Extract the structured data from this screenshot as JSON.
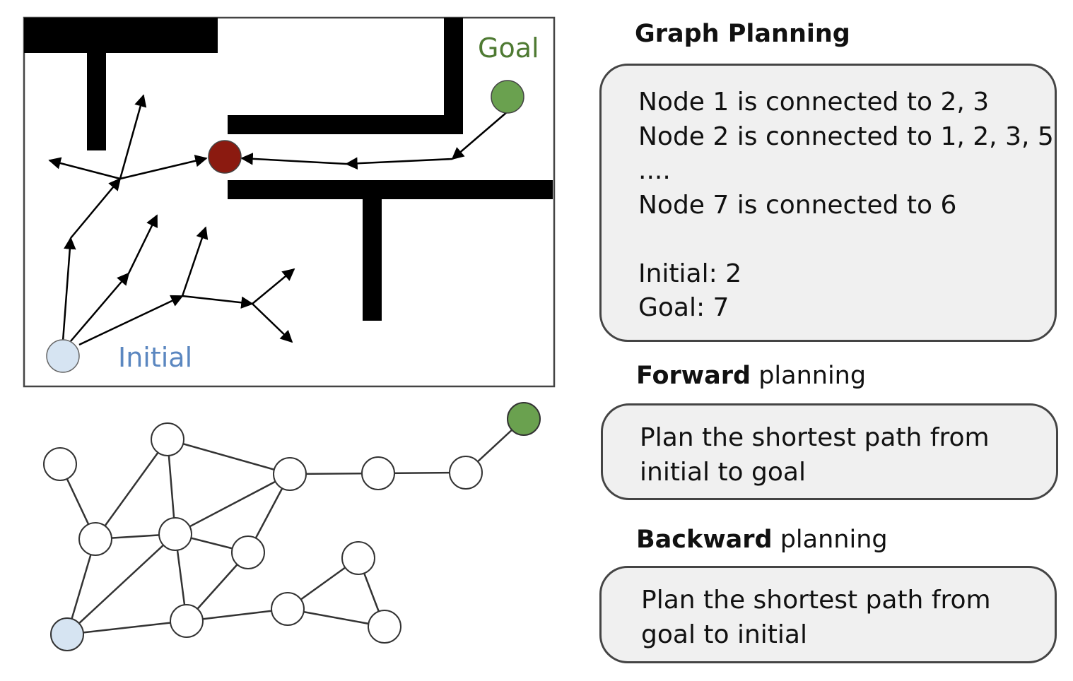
{
  "map": {
    "goal_label": "Goal",
    "initial_label": "Initial",
    "colors": {
      "goal": "#6aa14f",
      "initial": "#d6e4f2",
      "intermediate": "#8b1a10",
      "wall": "#000000"
    }
  },
  "graph_planning": {
    "title": "Graph Planning",
    "lines": [
      "Node 1 is connected to 2, 3",
      "Node 2 is connected to 1, 2, 3, 5",
      "....",
      "Node 7 is connected to 6",
      "",
      "Initial: 2",
      "Goal: 7"
    ]
  },
  "forward": {
    "bold": "Forward",
    "rest": " planning",
    "lines": [
      "Plan the shortest path from",
      "initial to goal"
    ]
  },
  "backward": {
    "bold": "Backward",
    "rest": " planning",
    "lines": [
      "Plan the shortest path from",
      "goal to initial"
    ]
  },
  "graph": {
    "colors": {
      "goal": "#6aa14f",
      "initial": "#d6e4f2",
      "node": "#ffffff"
    }
  }
}
